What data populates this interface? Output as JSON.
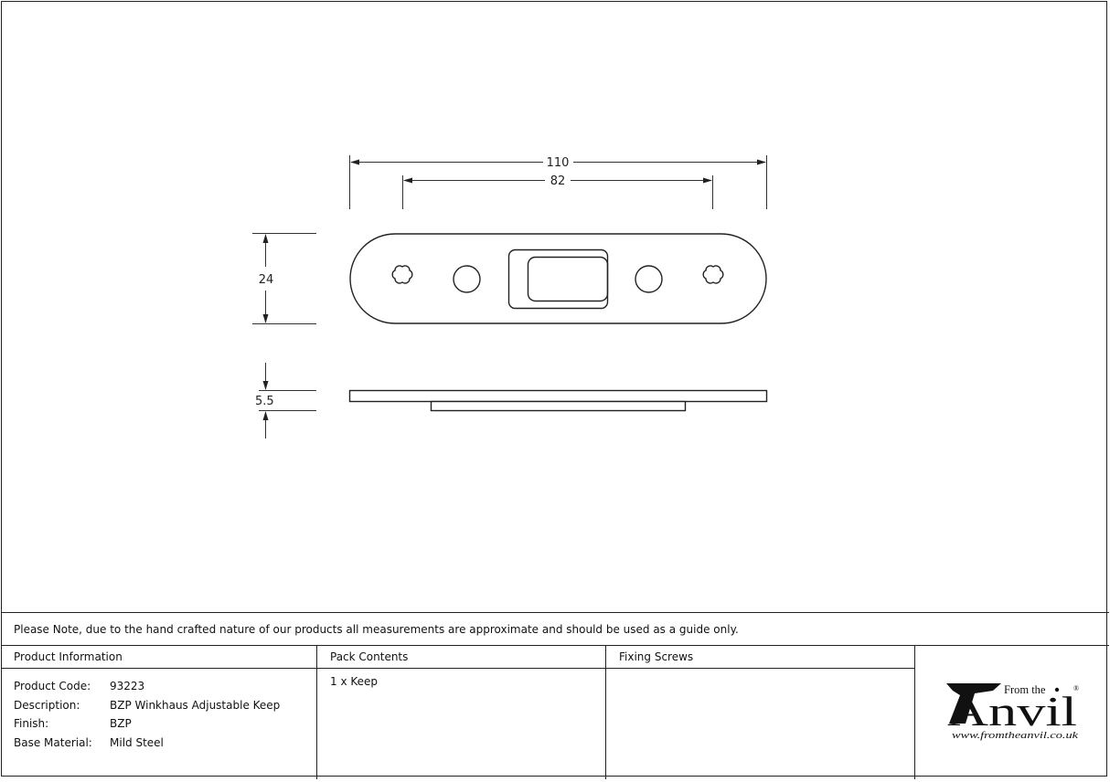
{
  "drawing": {
    "dimensions": {
      "overall_length": "110",
      "hole_centres": "82",
      "width": "24",
      "thickness": "5.5"
    },
    "views": [
      "top-view",
      "side-view"
    ]
  },
  "note": "Please Note, due to the hand crafted nature of our products all measurements are approximate and should be used as a guide only.",
  "table": {
    "product_info": {
      "header": "Product Information",
      "rows": [
        {
          "label": "Product Code:",
          "value": "93223"
        },
        {
          "label": "Description:",
          "value": "BZP Winkhaus Adjustable Keep"
        },
        {
          "label": "Finish:",
          "value": "BZP"
        },
        {
          "label": "Base Material:",
          "value": "Mild Steel"
        }
      ]
    },
    "pack_contents": {
      "header": "Pack Contents",
      "items": [
        "1 x Keep"
      ]
    },
    "fixing_screws": {
      "header": "Fixing Screws",
      "items": []
    }
  },
  "logo": {
    "from_the": "From the",
    "brand": "Anvil",
    "registered": "®",
    "url": "www.fromtheanvil.co.uk"
  }
}
